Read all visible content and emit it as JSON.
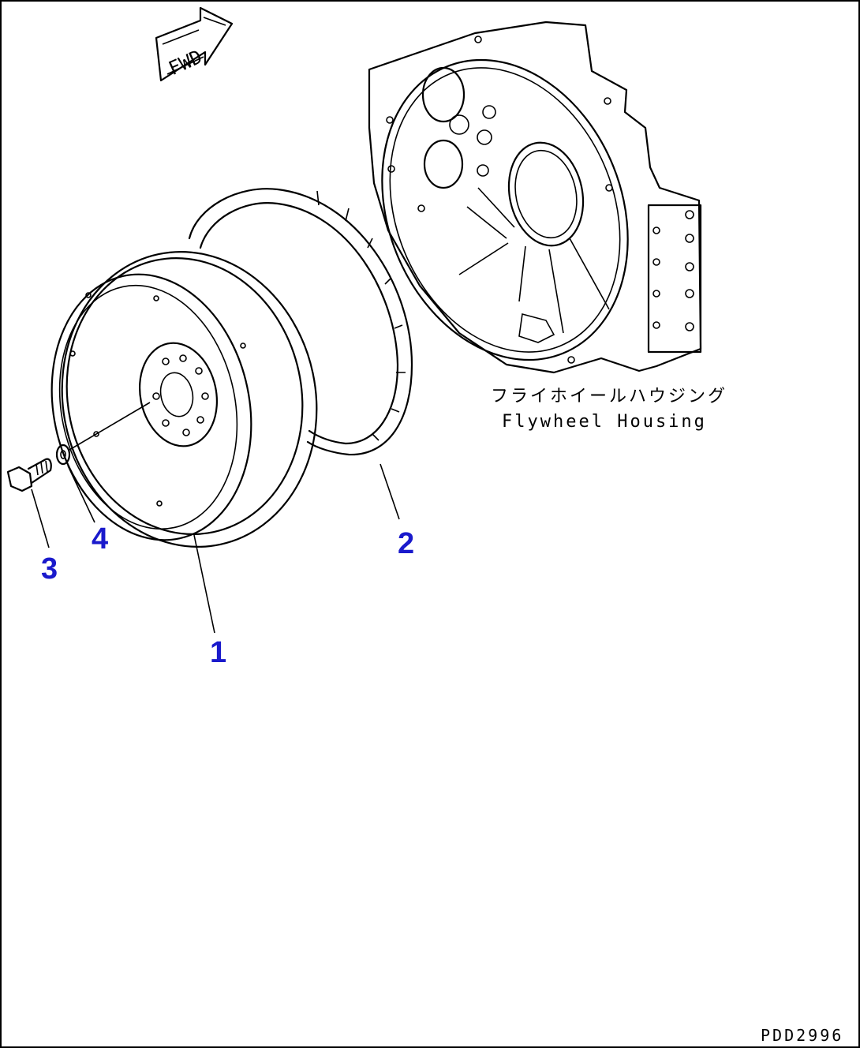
{
  "direction_arrow": {
    "label": "FWD"
  },
  "housing": {
    "label_jp": "フライホイールハウジング",
    "label_en": "Flywheel Housing"
  },
  "callouts": [
    {
      "id": "flywheel",
      "number": "1"
    },
    {
      "id": "ring-gear",
      "number": "2"
    },
    {
      "id": "bolt",
      "number": "3"
    },
    {
      "id": "washer",
      "number": "4"
    }
  ],
  "drawing_code": "PDD2996",
  "colors": {
    "callout": "#1a1acc",
    "line": "#000000"
  }
}
